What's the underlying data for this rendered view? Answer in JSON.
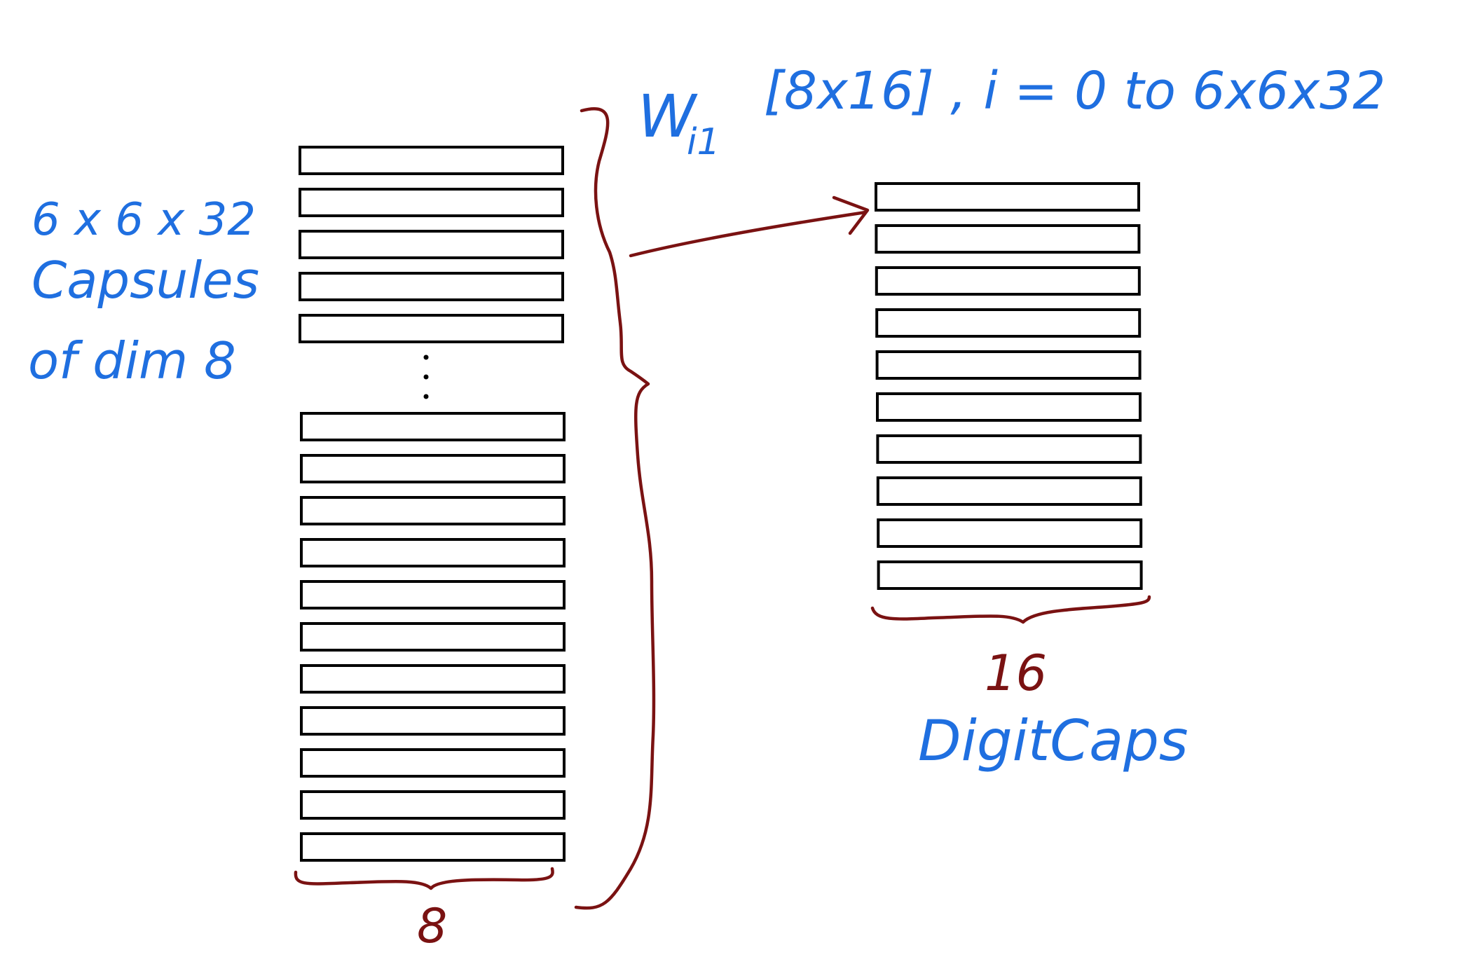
{
  "labels": {
    "primary_line1": "6 x 6 x 32",
    "primary_line2": "Capsules",
    "primary_line3": "of dim 8",
    "weight_main": "W",
    "weight_sub": "i1",
    "weight_rest": "[8x16] , i = 0 to 6x6x32",
    "primary_width": "8",
    "digit_width": "16",
    "digit_caps": "DigitCaps"
  },
  "primary_capsules": {
    "top_count": 5,
    "bottom_count": 11,
    "ellipsis_dots": 3
  },
  "digit_capsules": {
    "count": 10
  },
  "colors": {
    "text_blue": "#1f6fe0",
    "ink_maroon": "#7a1212",
    "capsule_stroke": "#000000"
  }
}
